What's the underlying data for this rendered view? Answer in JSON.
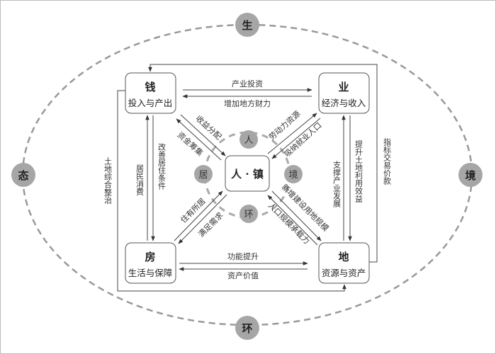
{
  "outer_circle": {
    "top": "生",
    "bottom": "环",
    "left": "态",
    "right": "境"
  },
  "inner_circle": {
    "top": "人",
    "left": "居",
    "right": "境",
    "bottom": "环"
  },
  "nodes": {
    "money": {
      "title": "钱",
      "subtitle": "投入与产出"
    },
    "industry": {
      "title": "业",
      "subtitle": "经济与收入"
    },
    "housing": {
      "title": "房",
      "subtitle": "生活与保障"
    },
    "land": {
      "title": "地",
      "subtitle": "资源与资产"
    },
    "center": {
      "title": "人 · 镇"
    }
  },
  "edges": {
    "money_to_industry": "产业投资",
    "industry_to_money": "增加地方财力",
    "housing_to_land": "功能提升",
    "land_to_housing": "资产价值",
    "housing_to_money": "居民消费",
    "money_to_housing": "改善居住条件",
    "land_to_industry": "支撑产业发展",
    "industry_to_land": "提升土地利用效益",
    "land_to_money_outer": "指标交易价款",
    "money_to_land_outer": "土地综合整治",
    "money_to_center": "收益分配",
    "center_to_money": "资金筹集",
    "center_to_industry": "劳动力资源",
    "industry_to_center": "吸纳就业人口",
    "housing_to_center": "住有所居",
    "center_to_housing": "满足需求",
    "center_to_land": "新增建设用地规模",
    "land_to_center": "人口规模承载力"
  }
}
